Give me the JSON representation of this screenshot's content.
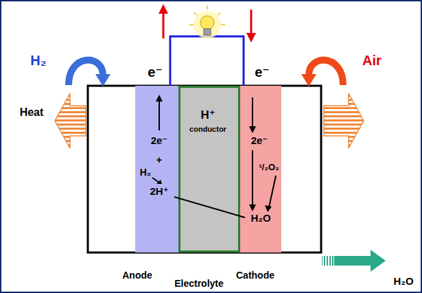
{
  "diagram": {
    "nodes": [
      {
        "text": [
          "2e⁻",
          "+",
          "H₂",
          "2H⁺",
          "Anode"
        ]
      },
      {
        "text": [
          "H⁺",
          "conductor",
          "Electrolyte"
        ]
      },
      {
        "text": [
          "2e⁻",
          "¹/₂O₂",
          "H₂O",
          "Cathode"
        ]
      }
    ],
    "edges": [
      {
        "from": 0,
        "to": 2,
        "arrow": "none"
      }
    ],
    "labels": [
      "e⁻",
      "e⁻",
      "H₂",
      "Air",
      "Heat",
      "H₂O"
    ]
  }
}
